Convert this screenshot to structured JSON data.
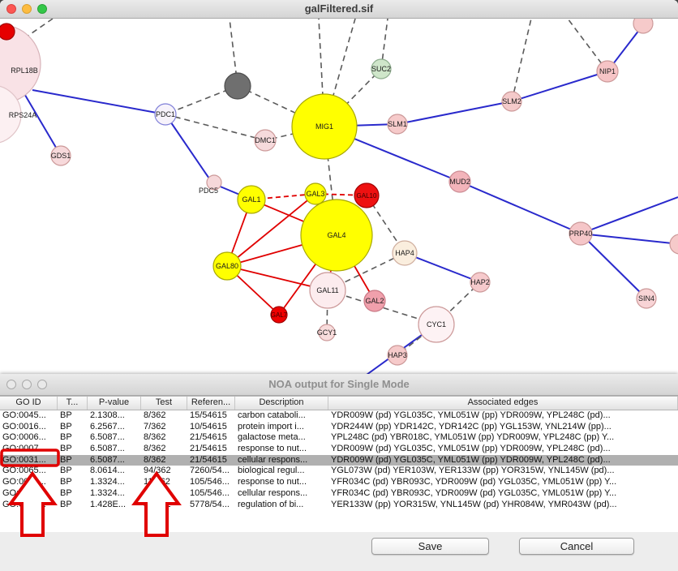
{
  "colors": {
    "pp_edge_blue": "#2929cc",
    "dashed_edge_gray": "#5a5a5a",
    "red_edge": "#e00000",
    "annotation_red": "#e00000",
    "selected_row_bg": "#b0b0b0",
    "node_yellow": "#ffff00",
    "node_red": "#ee1111"
  },
  "network_window": {
    "title": "galFiltered.sif",
    "nodes": [
      {
        "label": "RPL18B",
        "color": "#f9e2e6"
      },
      {
        "label": "RPS24A",
        "color": "#fcf0f2"
      },
      {
        "label": "",
        "color": "#e60000"
      },
      {
        "label": "GDS1",
        "color": "#f7d9db"
      },
      {
        "label": "PDC1",
        "color": "#f7f3fb"
      },
      {
        "label": "DMC1",
        "color": "#f6dadc"
      },
      {
        "label": "MIG1",
        "color": "#ffff00"
      },
      {
        "label": "SUC2",
        "color": "#cfe6ca"
      },
      {
        "label": "SLM1",
        "color": "#f6caca"
      },
      {
        "label": "SLM2",
        "color": "#f4caca"
      },
      {
        "label": "NIP1",
        "color": "#f6c4c6"
      },
      {
        "label": "",
        "color": "#6f6f6f"
      },
      {
        "label": "PDC5",
        "color": "#f6d8da"
      },
      {
        "label": "GAL1",
        "color": "#ffff00"
      },
      {
        "label": "GAL3",
        "color": "#ffff00"
      },
      {
        "label": "GAL10",
        "color": "#ee1111"
      },
      {
        "label": "GAL4",
        "color": "#ffff00"
      },
      {
        "label": "MUD2",
        "color": "#f2b4ba"
      },
      {
        "label": "PRP40",
        "color": "#f5c6c8"
      },
      {
        "label": "HAP4",
        "color": "#faeede"
      },
      {
        "label": "HAP2",
        "color": "#f6cacc"
      },
      {
        "label": "SIN4",
        "color": "#f8d4d6"
      },
      {
        "label": "GAL80",
        "color": "#ffff00"
      },
      {
        "label": "GAL11",
        "color": "#fcecee"
      },
      {
        "label": "GAL2",
        "color": "#f0a0ac"
      },
      {
        "label": "GAL7",
        "color": "#ee0000"
      },
      {
        "label": "GCY1",
        "color": "#f8dcdc"
      },
      {
        "label": "CYC1",
        "color": "#fdf2f4"
      },
      {
        "label": "HAP3",
        "color": "#f6caca"
      },
      {
        "label": "",
        "color": "#f6caca"
      },
      {
        "label": "",
        "color": "#f6caca"
      }
    ]
  },
  "table_window": {
    "title": "NOA output for Single Mode",
    "columns": [
      "GO ID",
      "T...",
      "P-value",
      "Test",
      "Referen...",
      "Description",
      "Associated edges"
    ],
    "rows": [
      [
        "GO:0045...",
        "BP",
        "2.1308...",
        "8/362",
        "15/54615",
        "carbon cataboli...",
        "YDR009W (pd) YGL035C, YML051W (pp) YDR009W, YPL248C (pd)..."
      ],
      [
        "GO:0016...",
        "BP",
        "6.2567...",
        "7/362",
        "10/54615",
        "protein import i...",
        "YDR244W (pp) YDR142C, YDR142C (pp) YGL153W, YNL214W (pp)..."
      ],
      [
        "GO:0006...",
        "BP",
        "6.5087...",
        "8/362",
        "21/54615",
        "galactose meta...",
        "YPL248C (pd) YBR018C, YML051W (pp) YDR009W, YPL248C (pp) Y..."
      ],
      [
        "GO:0007...",
        "BP",
        "6.5087...",
        "8/362",
        "21/54615",
        "response to nut...",
        "YDR009W (pd) YGL035C, YML051W (pp) YDR009W, YPL248C (pd)..."
      ],
      [
        "GO:0031...",
        "BP",
        "6.5087...",
        "8/362",
        "21/54615",
        "cellular respons...",
        "YDR009W (pd) YGL035C, YML051W (pp) YDR009W, YPL248C (pd)..."
      ],
      [
        "GO:0065...",
        "BP",
        "8.0614...",
        "94/362",
        "7260/54...",
        "biological regul...",
        "YGL073W (pd) YER103W, YER133W (pp) YOR315W, YNL145W (pd)..."
      ],
      [
        "GO:0009...",
        "BP",
        "1.3324...",
        "11/362",
        "105/546...",
        "response to nut...",
        "YFR034C (pd) YBR093C, YDR009W (pd) YGL035C, YML051W (pp) Y..."
      ],
      [
        "GO:0031...",
        "BP",
        "1.3324...",
        "11/362",
        "105/546...",
        "cellular respons...",
        "YFR034C (pd) YBR093C, YDR009W (pd) YGL035C, YML051W (pp) Y..."
      ],
      [
        "GO:0050...",
        "BP",
        "1.428E...",
        "80/362",
        "5778/54...",
        "regulation of bi...",
        "YER133W (pp) YOR315W, YNL145W (pd) YHR084W, YMR043W (pd)..."
      ]
    ],
    "save_label": "Save",
    "cancel_label": "Cancel"
  }
}
